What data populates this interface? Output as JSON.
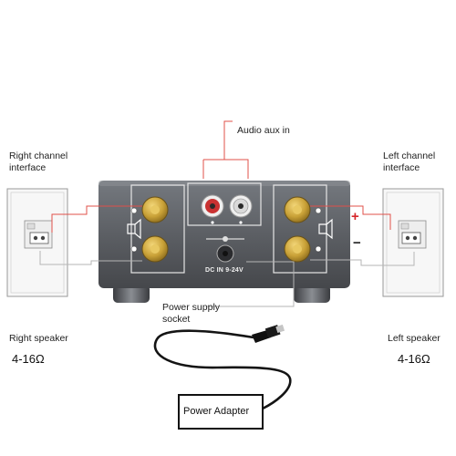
{
  "labels": {
    "audio_in": "Audio aux in",
    "right_channel": [
      "Right channel",
      "interface"
    ],
    "left_channel": [
      "Left channel",
      "interface"
    ],
    "right_speaker": "Right speaker",
    "left_speaker": "Left speaker",
    "right_impedance": "4-16Ω",
    "left_impedance": "4-16Ω",
    "power_socket": [
      "Power supply",
      "socket"
    ],
    "adapter": "Power Adapter",
    "dc_in": "DC IN 9-24V",
    "plus": "+",
    "minus": "−"
  },
  "colors": {
    "wire_red": "#e0504a",
    "plus_red": "#d6262a",
    "amp_body": "#5e6166",
    "gold": "#c9a137"
  }
}
